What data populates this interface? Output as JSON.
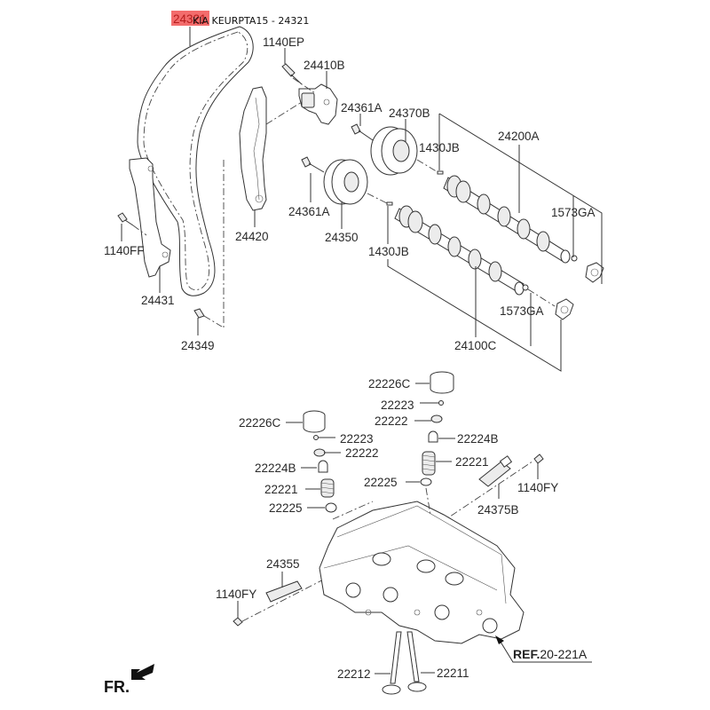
{
  "caption": "KIA KEURPTA15 - 24321",
  "highlighted_part": "24321",
  "highlight_color": "#ef3b3b",
  "labels": {
    "chain": "24321",
    "bolt_1140EP": "1140EP",
    "tensioner": "24410B",
    "bolt_24361A_top": "24361A",
    "sprocket_exhaust": "24370B",
    "pin_top": "1430JB",
    "camshaft_exhaust": "24200A",
    "plug_top": "1573GA",
    "bolt_24361A_mid": "24361A",
    "sprocket_intake": "24350",
    "pin_mid": "1430JB",
    "guide_24420": "24420",
    "bolt_1140FF": "1140FF",
    "guide_24431": "24431",
    "bolt_24349": "24349",
    "plug_mid": "1573GA",
    "camshaft_intake": "24100C",
    "tappet_right": "22226C",
    "retainer_lock_right": "22223",
    "retainer_right": "22222",
    "tappet_left": "22226C",
    "seal_right": "22224B",
    "retainer_lock_left": "22223",
    "retainer_left": "22222",
    "spring_right": "22221",
    "seal_left": "22224B",
    "seat_right": "22225",
    "spring_left": "22221",
    "bolt_1140FY_right": "1140FY",
    "ocv_right": "24375B",
    "seat_left": "22225",
    "ocv_left": "24355",
    "bolt_1140FY_left": "1140FY",
    "valve_exhaust": "22212",
    "valve_intake": "22211"
  },
  "reference": {
    "prefix": "REF.",
    "code": "20-221A"
  },
  "front_indicator": {
    "text": "FR.",
    "icon": "front-arrow-icon"
  }
}
